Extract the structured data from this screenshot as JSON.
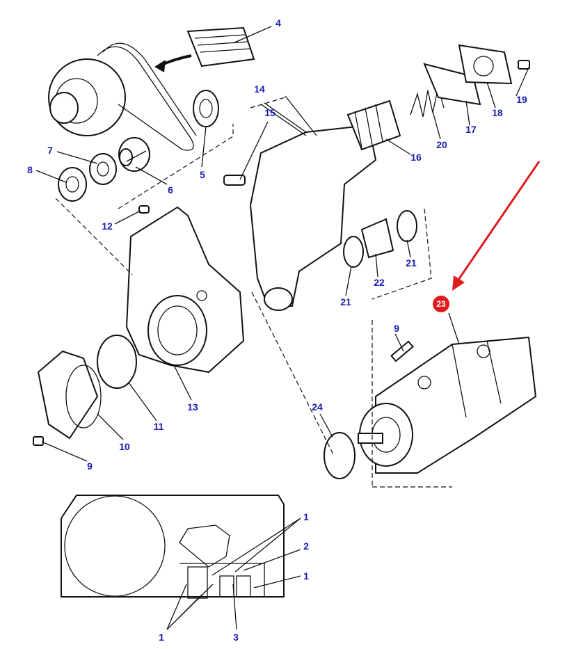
{
  "callouts": {
    "c4": "4",
    "c14": "14",
    "c15": "15",
    "c19": "19",
    "c18": "18",
    "c17": "17",
    "c16": "16",
    "c20": "20",
    "c7": "7",
    "c8": "8",
    "c6": "6",
    "c5": "5",
    "c12": "12",
    "c21a": "21",
    "c22": "22",
    "c21b": "21",
    "c23": "23",
    "c9a": "9",
    "c13": "13",
    "c11": "11",
    "c10": "10",
    "c9b": "9",
    "c24": "24",
    "c1a": "1",
    "c2": "2",
    "c1b": "1",
    "c1c": "1",
    "c3": "3"
  },
  "colors": {
    "callout": "#1a1ab4",
    "highlight": "#e01b1b"
  }
}
